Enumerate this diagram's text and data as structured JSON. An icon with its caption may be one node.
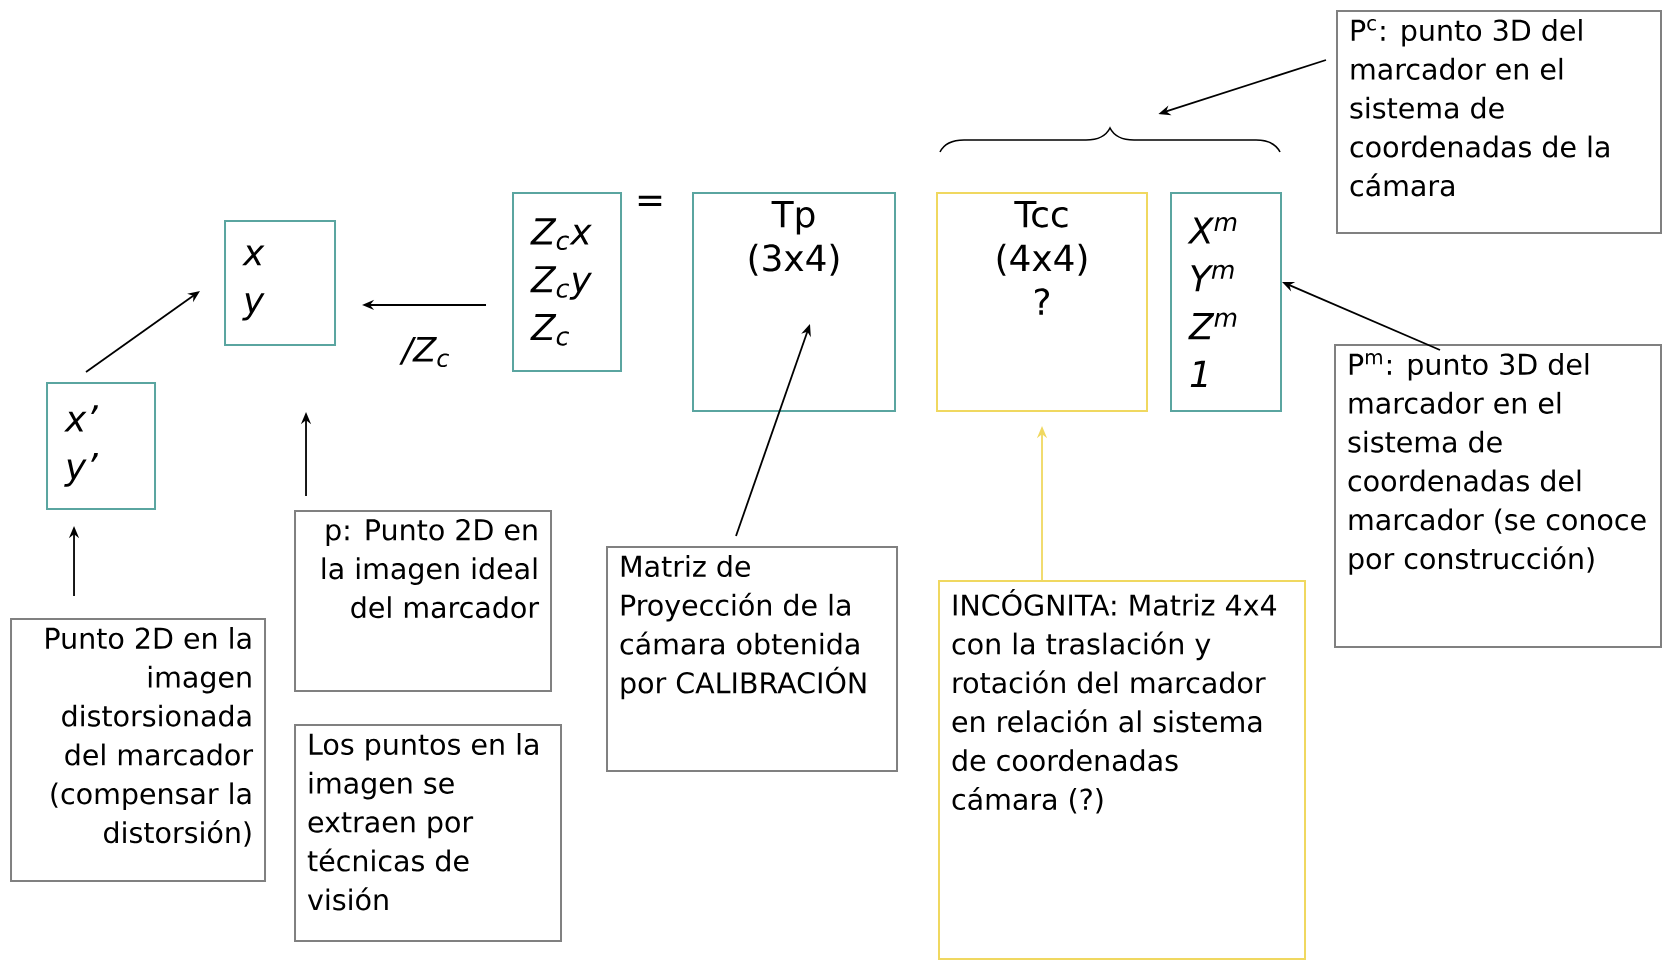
{
  "diagram": {
    "nodes": [
      {
        "text": [
          "x’",
          "y’"
        ]
      },
      {
        "text": [
          "x",
          "y"
        ]
      },
      {
        "text": [
          "Z$_{c}$x",
          "Z$_{c}$y",
          "Z$_{c}$"
        ]
      },
      {
        "text": [
          "Tp",
          "(3x4)"
        ]
      },
      {
        "text": [
          "Tcc",
          "(4x4)",
          "?"
        ]
      },
      {
        "text": [
          "X$^{m}$",
          "Y$^{m}$",
          "Z$^{m}$",
          "1"
        ]
      },
      {
        "text": [
          "P$^{c}$: punto 3D del marcador en el sistema de coordenadas de la cámara"
        ]
      },
      {
        "text": [
          "P$^{m}$: punto 3D del marcador en el sistema de coordenadas del marcador (se conoce por construcción)"
        ]
      },
      {
        "text": [
          "Punto 2D en la imagen distorsionada del marcador (compensar la distorsión)"
        ]
      },
      {
        "text": [
          "p: Punto 2D en la imagen ideal del marcador"
        ]
      },
      {
        "text": [
          "Los puntos en la imagen se extraen por técnicas de visión"
        ]
      },
      {
        "text": [
          "Matriz de Proyección de la cámara obtenida por CALIBRACIÓN"
        ]
      },
      {
        "text": [
          "INCÓGNITA: Matriz 4x4 con la traslación y rotación del marcador en relación al sistema de coordenadas cámara (?)"
        ]
      },
      {
        "text": [],
        "shape": "brace"
      }
    ],
    "edges": [
      {
        "from": 0,
        "to": 1,
        "arrow": "to"
      },
      {
        "from": 2,
        "to": 1,
        "arrow": "to",
        "label": "/Z$_{c}$"
      },
      {
        "from": 9,
        "to": 1,
        "arrow": "to"
      },
      {
        "from": 8,
        "to": 0,
        "arrow": "to"
      },
      {
        "from": 11,
        "to": 3,
        "arrow": "to"
      },
      {
        "from": 12,
        "to": 4,
        "arrow": "to",
        "color": "#f0d860"
      },
      {
        "from": 6,
        "to": 13,
        "arrow": "to"
      },
      {
        "from": 7,
        "to": 5,
        "arrow": "to"
      }
    ],
    "labels": [
      "="
    ]
  }
}
